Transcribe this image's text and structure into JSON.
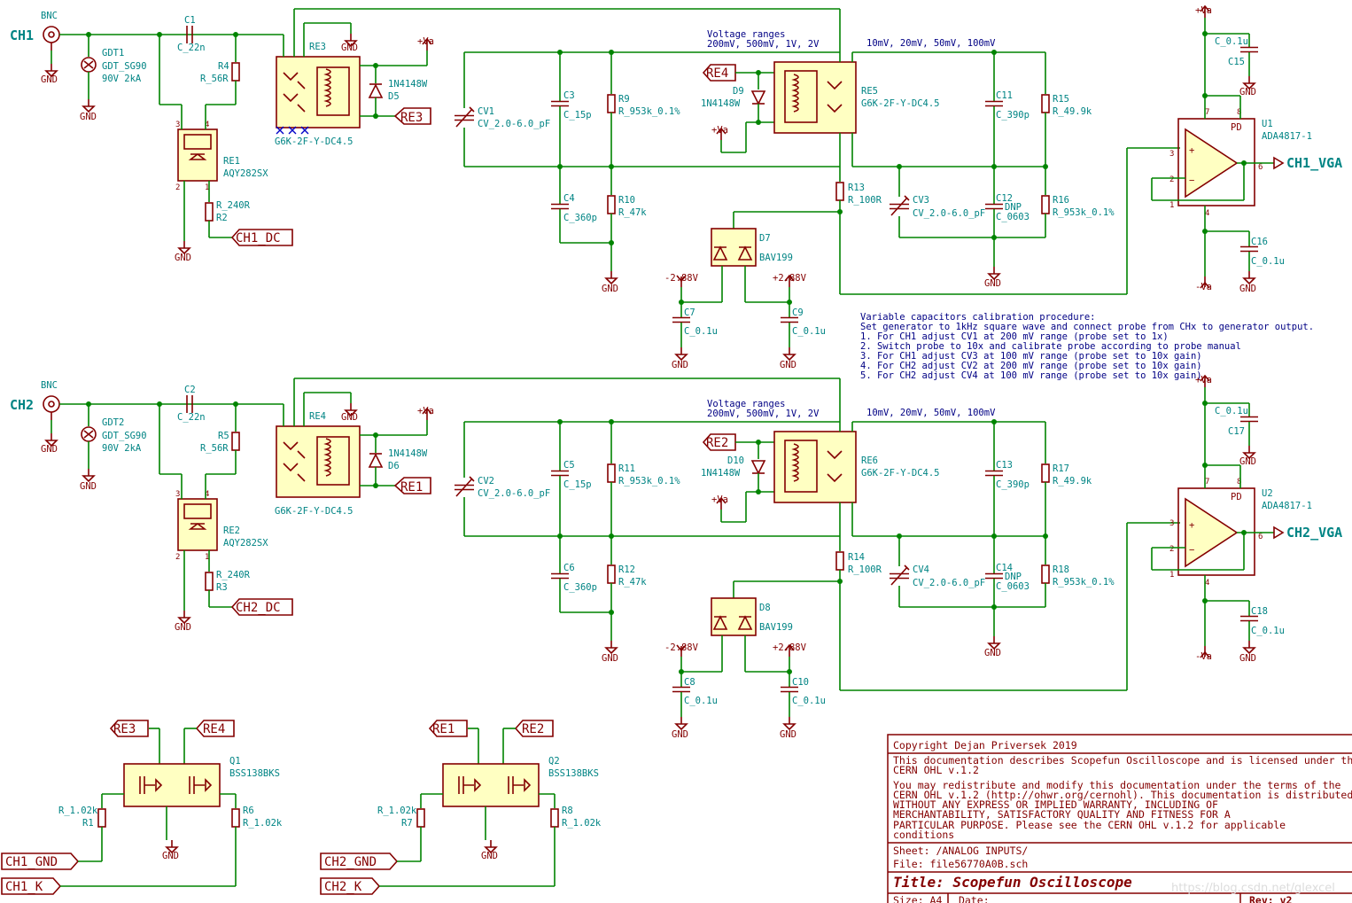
{
  "colors": {
    "wire": "#008400",
    "part": "#840000",
    "label": "#008484",
    "net": "#000084",
    "fill": "#ffffc2"
  },
  "channels": [
    {
      "conn_type": "BNC",
      "conn": "CH1",
      "gdt_ref": "GDT1",
      "gdt_val": "GDT_SG90",
      "gdt_rating": "90V 2kA",
      "c_in_ref": "C1",
      "c_in_val": "C_22n",
      "r_top_ref": "R4",
      "r_top_val": "R_56R",
      "ssr_ref": "RE1",
      "ssr_val": "AQY282SX",
      "r_dc_val": "R_240R",
      "r_dc_ref": "R2",
      "dc_net": "CH1_DC",
      "relay_a_ref": "RE3",
      "relay_a_val": "G6K-2F-Y-DC4.5",
      "diode_a_val": "1N4148W",
      "diode_a_ref": "D5",
      "relay_a_net": "RE3",
      "cv_a_ref": "CV1",
      "cv_a_val": "CV_2.0-6.0_pF",
      "c_a1_ref": "C3",
      "c_a1_val": "C_15p",
      "r_a1_ref": "R9",
      "r_a1_val": "R_953k_0.1%",
      "c_a2_ref": "C4",
      "c_a2_val": "C_360p",
      "r_a2_ref": "R10",
      "r_a2_val": "R_47k",
      "ranges_hi_title": "Voltage ranges",
      "ranges_hi": "200mV, 500mV, 1V, 2V",
      "relay_b_net": "RE4",
      "diode_b_ref": "D9",
      "diode_b_val": "1N4148W",
      "relay_b_ref": "RE5",
      "relay_b_val": "G6K-2F-Y-DC4.5",
      "ranges_lo": "10mV, 20mV, 50mV, 100mV",
      "c_b1_ref": "C11",
      "c_b1_val": "C_390p",
      "r_b1_ref": "R15",
      "r_b1_val": "R_49.9k",
      "r_ser_ref": "R13",
      "r_ser_val": "R_100R",
      "cv_b_ref": "CV3",
      "cv_b_val": "CV_2.0-6.0_pF",
      "c_b2_ref": "C12",
      "c_b2_dnp": "DNP",
      "c_b2_val": "C_0603",
      "r_b2_ref": "R16",
      "r_b2_val": "R_953k_0.1%",
      "clamp_ref": "D7",
      "clamp_val": "BAV199",
      "neg_rail": "-2.88V",
      "pos_rail": "+2.88V",
      "c_neg_ref": "C7",
      "c_neg_val": "C_0.1u",
      "c_pos_ref": "C9",
      "c_pos_val": "C_0.1u",
      "amp_ref": "U1",
      "amp_val": "ADA4817-1",
      "amp_pd": "PD",
      "c_amp_top_val": "C_0.1u",
      "c_amp_top_ref": "C15",
      "c_amp_bot_ref": "C16",
      "c_amp_bot_val": "C_0.1u",
      "out_net": "CH1_VGA"
    },
    {
      "conn_type": "BNC",
      "conn": "CH2",
      "gdt_ref": "GDT2",
      "gdt_val": "GDT_SG90",
      "gdt_rating": "90V 2kA",
      "c_in_ref": "C2",
      "c_in_val": "C_22n",
      "r_top_ref": "R5",
      "r_top_val": "R_56R",
      "ssr_ref": "RE2",
      "ssr_val": "AQY282SX",
      "r_dc_val": "R_240R",
      "r_dc_ref": "R3",
      "dc_net": "CH2_DC",
      "relay_a_ref": "RE4",
      "relay_a_val": "G6K-2F-Y-DC4.5",
      "diode_a_val": "1N4148W",
      "diode_a_ref": "D6",
      "relay_a_net": "RE1",
      "cv_a_ref": "CV2",
      "cv_a_val": "CV_2.0-6.0_pF",
      "c_a1_ref": "C5",
      "c_a1_val": "C_15p",
      "r_a1_ref": "R11",
      "r_a1_val": "R_953k_0.1%",
      "c_a2_ref": "C6",
      "c_a2_val": "C_360p",
      "r_a2_ref": "R12",
      "r_a2_val": "R_47k",
      "ranges_hi_title": "Voltage ranges",
      "ranges_hi": "200mV, 500mV, 1V, 2V",
      "relay_b_net": "RE2",
      "diode_b_ref": "D10",
      "diode_b_val": "1N4148W",
      "relay_b_ref": "RE6",
      "relay_b_val": "G6K-2F-Y-DC4.5",
      "ranges_lo": "10mV, 20mV, 50mV, 100mV",
      "c_b1_ref": "C13",
      "c_b1_val": "C_390p",
      "r_b1_ref": "R17",
      "r_b1_val": "R_49.9k",
      "r_ser_ref": "R14",
      "r_ser_val": "R_100R",
      "cv_b_ref": "CV4",
      "cv_b_val": "CV_2.0-6.0_pF",
      "c_b2_ref": "C14",
      "c_b2_dnp": "DNP",
      "c_b2_val": "C_0603",
      "r_b2_ref": "R18",
      "r_b2_val": "R_953k_0.1%",
      "clamp_ref": "D8",
      "clamp_val": "BAV199",
      "neg_rail": "-2.88V",
      "pos_rail": "+2.88V",
      "c_neg_ref": "C8",
      "c_neg_val": "C_0.1u",
      "c_pos_ref": "C10",
      "c_pos_val": "C_0.1u",
      "amp_ref": "U2",
      "amp_val": "ADA4817-1",
      "amp_pd": "PD",
      "c_amp_top_val": "C_0.1u",
      "c_amp_top_ref": "C17",
      "c_amp_bot_ref": "C18",
      "c_amp_bot_val": "C_0.1u",
      "out_net": "CH2_VGA"
    }
  ],
  "drivers": [
    {
      "in_left": "RE3",
      "in_right": "RE4",
      "ref": "Q1",
      "val": "BSS138BKS",
      "r_left_val": "R_1.02k",
      "r_left_ref": "R1",
      "r_right_ref": "R6",
      "r_right_val": "R_1.02k",
      "gnd_net": "CH1_GND",
      "k_net": "CH1_K"
    },
    {
      "in_left": "RE1",
      "in_right": "RE2",
      "ref": "Q2",
      "val": "BSS138BKS",
      "r_left_val": "R_1.02k",
      "r_left_ref": "R7",
      "r_right_ref": "R8",
      "r_right_val": "R_1.02k",
      "gnd_net": "CH2_GND",
      "k_net": "CH2_K"
    }
  ],
  "power": {
    "gnd": "GND",
    "va_pos": "+Va",
    "va_neg": "-Va"
  },
  "calibration": {
    "heading": "Variable capacitors calibration procedure:",
    "lines": [
      "Set generator to 1kHz square wave and connect probe from CHx to generator output.",
      "1. For CH1 adjust CV1 at 200 mV range (probe set to  1x)",
      "2. Switch probe to 10x and calibrate probe according to probe manual",
      "3. For CH1 adjust CV3 at 100 mV range (probe set to 10x gain)",
      "4. For CH2 adjust CV2 at 200 mV range (probe set to 10x gain)",
      "5. For CH2 adjust CV4 at 100 mV range (probe set to 10x gain)"
    ]
  },
  "title_block": {
    "copyright": "Copyright Dejan Priversek 2019",
    "desc1": "This documentation describes Scopefun Oscilloscope and is licensed under the",
    "desc2": "CERN OHL v.1.2",
    "lic1": "You may redistribute and modify this documentation under the terms of the",
    "lic2": "CERN OHL v.1.2 (http://ohwr.org/cernohl). This documentation is distributed",
    "lic3": "WITHOUT  ANY  EXPRESS  OR  IMPLIED  WARRANTY,  INCLUDING  OF",
    "lic4": "MERCHANTABILITY,  SATISFACTORY  QUALITY  AND  FITNESS  FOR  A",
    "lic5": "PARTICULAR  PURPOSE.  Please  see  the  CERN  OHL  v.1.2 for  applicable",
    "lic6": "conditions",
    "sheet": "Sheet: /ANALOG INPUTS/",
    "file": "File: file56770A0B.sch",
    "title": "Title: Scopefun Oscilloscope",
    "size": "Size: A4",
    "date": "Date:",
    "rev": "Rev: v2"
  },
  "watermark": "https://blog.csdn.net/glexcel"
}
